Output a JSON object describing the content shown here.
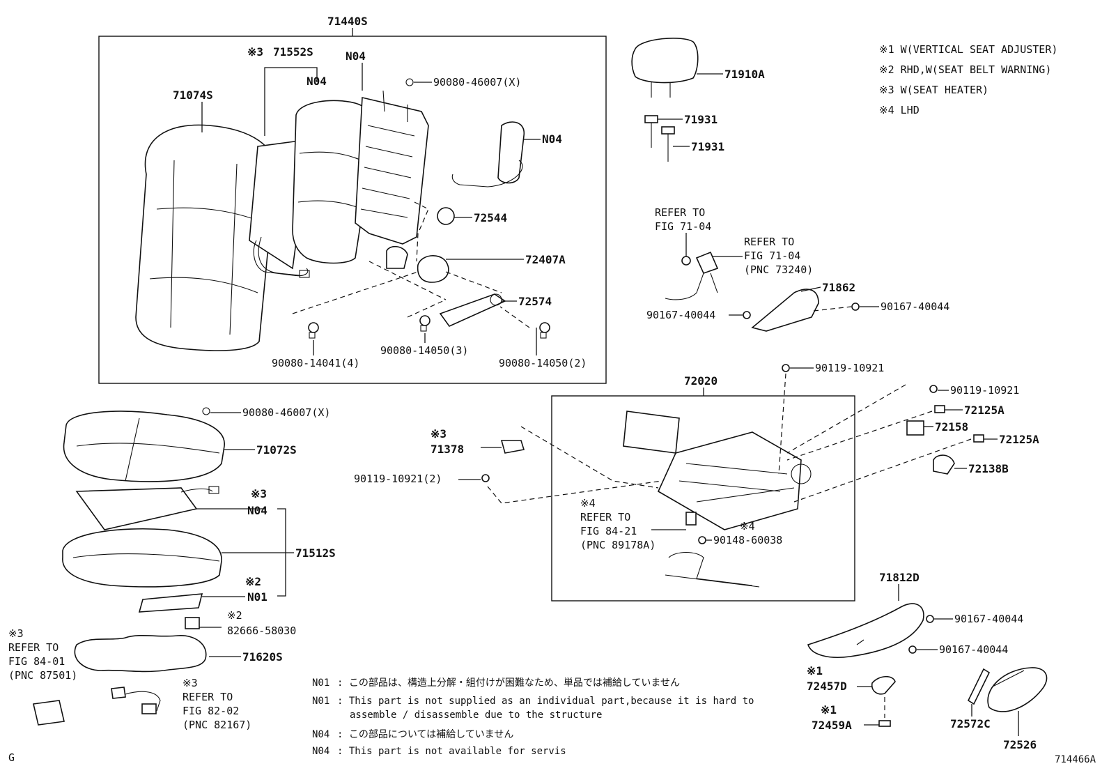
{
  "legend": [
    "※1 W(VERTICAL SEAT ADJUSTER)",
    "※2 RHD,W(SEAT BELT WARNING)",
    "※3 W(SEAT HEATER)",
    "※4 LHD"
  ],
  "labels": {
    "l71440S": "71440S",
    "l71552S_mark": "※3",
    "l71552S": "71552S",
    "lN04a": "N04",
    "lN04b": "N04",
    "l71074S": "71074S",
    "l90080_46007a": "90080-46007(X)",
    "lN04c": "N04",
    "l72544": "72544",
    "l72407A": "72407A",
    "l72574": "72574",
    "l90080_14041": "90080-14041(4)",
    "l90080_14050_3": "90080-14050(3)",
    "l90080_14050_2": "90080-14050(2)",
    "l71910A": "71910A",
    "l71931a": "71931",
    "l71931b": "71931",
    "lRefer1a": "REFER TO",
    "lRefer1b": "FIG 71-04",
    "lRefer2a": "REFER TO",
    "lRefer2b": "FIG 71-04",
    "lRefer2c": "(PNC 73240)",
    "l71862": "71862",
    "l90167_40044a": "90167-40044",
    "l90167_40044b": "90167-40044",
    "l90119_10921a": "90119-10921",
    "l72020": "72020",
    "l90119_10921b": "90119-10921",
    "l72125Aa": "72125A",
    "l72158": "72158",
    "l72125Ab": "72125A",
    "l72138B": "72138B",
    "l71378_mark": "※3",
    "l71378": "71378",
    "l90119_10921_2": "90119-10921(2)",
    "lRefer3_mark": "※4",
    "lRefer3a": "REFER TO",
    "lRefer3b": "FIG 84-21",
    "lRefer3c": "(PNC 89178A)",
    "l90148_mark": "※4",
    "l90148": "90148-60038",
    "l90080_46007b": "90080-46007(X)",
    "l71072S": "71072S",
    "lN04d_mark": "※3",
    "lN04d": "N04",
    "l71512S": "71512S",
    "lN01_mark": "※2",
    "lN01": "N01",
    "l82666_mark": "※2",
    "l82666": "82666-58030",
    "l71620S": "71620S",
    "lRefer4_mark": "※3",
    "lRefer4a": "REFER TO",
    "lRefer4b": "FIG 84-01",
    "lRefer4c": "(PNC 87501)",
    "lRefer5_mark": "※3",
    "lRefer5a": "REFER TO",
    "lRefer5b": "FIG 82-02",
    "lRefer5c": "(PNC 82167)",
    "l71812D": "71812D",
    "l90167_40044c": "90167-40044",
    "l90167_40044d": "90167-40044",
    "l72457D_mark": "※1",
    "l72457D": "72457D",
    "l72459A_mark": "※1",
    "l72459A": "72459A",
    "l72572C": "72572C",
    "l72526": "72526"
  },
  "notes": {
    "n1_code": "N01",
    "n1_text": ": この部品は、構造上分解・組付けが困難なため、単品では補給していません",
    "n2_code": "N01",
    "n2_text1": ": This part is not supplied as an individual part,because it is hard to",
    "n2_text2": "assemble / disassemble due to the structure",
    "n3_code": "N04",
    "n3_text": ": この部品については補給していません",
    "n4_code": "N04",
    "n4_text": ": This part is not available for servis"
  },
  "corner_left": "G",
  "figure_id": "714466A"
}
